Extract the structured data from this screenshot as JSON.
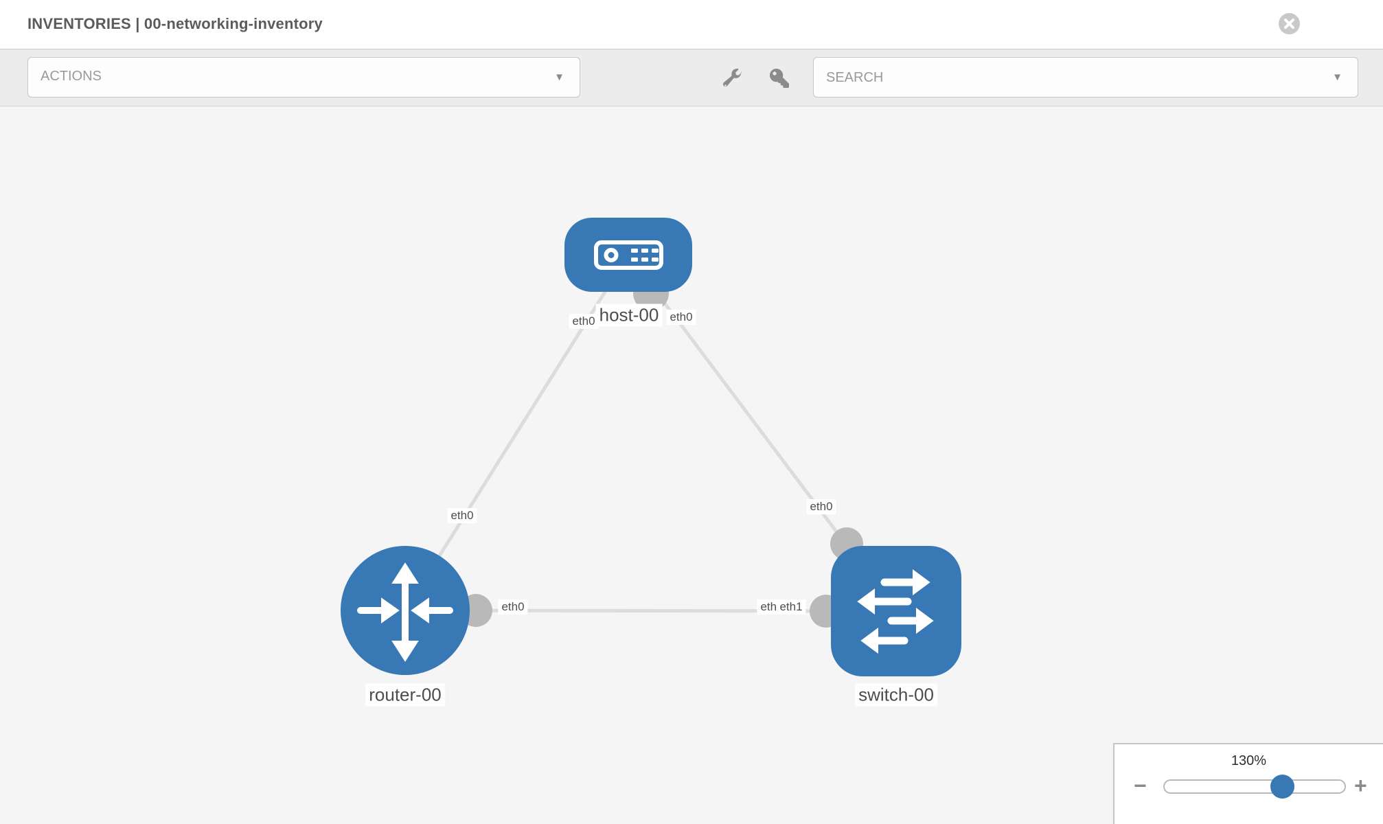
{
  "header": {
    "title": "INVENTORIES | 00-networking-inventory"
  },
  "toolbar": {
    "actions_placeholder": "ACTIONS",
    "search_placeholder": "SEARCH",
    "icons": [
      "wrench-icon",
      "key-icon"
    ]
  },
  "topology": {
    "nodes": [
      {
        "id": "host-00",
        "type": "host",
        "label": "host-00"
      },
      {
        "id": "router-00",
        "type": "router",
        "label": "router-00"
      },
      {
        "id": "switch-00",
        "type": "switch",
        "label": "switch-00"
      }
    ],
    "links": [
      {
        "source": "router-00",
        "source_interface": "eth0",
        "target": "host-00",
        "target_interface": "eth0"
      },
      {
        "source": "host-00",
        "source_interface": "eth0",
        "target": "switch-00",
        "target_interface": "eth0"
      },
      {
        "source": "router-00",
        "source_interface": "eth0",
        "target": "switch-00",
        "target_interface": "eth1"
      }
    ],
    "interface_labels": {
      "host_router_at_host": "eth0",
      "host_router_at_router": "eth0",
      "host_switch_at_host": "eth0",
      "host_switch_at_switch": "eth0",
      "router_switch_at_router": "eth0",
      "router_switch_at_switch_under": "eth0",
      "router_switch_at_switch_over": "eth1"
    }
  },
  "zoom_control": {
    "value": "130%",
    "zoom_out_label": "−",
    "zoom_in_label": "+"
  },
  "colors": {
    "node_fill": "#3879b5",
    "link_gray": "#dcdcdc",
    "interface_port_gray": "#b9b9b9",
    "canvas_background": "#f5f5f5",
    "toolbar_background": "#ececec"
  }
}
